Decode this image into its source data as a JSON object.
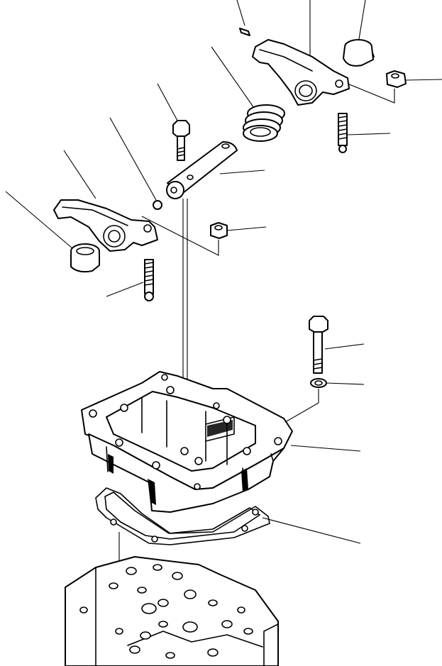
{
  "diagram": {
    "type": "exploded-parts-view",
    "callout_numbers_visible": false,
    "parts": [
      {
        "name": "rocker-arm",
        "count": 2
      },
      {
        "name": "rocker-bushing",
        "count": 2
      },
      {
        "name": "rocker-shaft",
        "count": 1
      },
      {
        "name": "shaft-spring",
        "count": 1
      },
      {
        "name": "bolt",
        "count": 2
      },
      {
        "name": "adjusting-screw",
        "count": 2
      },
      {
        "name": "lock-nut",
        "count": 2
      },
      {
        "name": "ball",
        "count": 1
      },
      {
        "name": "pin",
        "count": 1
      },
      {
        "name": "washer",
        "count": 1
      },
      {
        "name": "rocker-housing",
        "count": 1
      },
      {
        "name": "gasket",
        "count": 1
      },
      {
        "name": "cylinder-head",
        "count": 1
      }
    ]
  }
}
